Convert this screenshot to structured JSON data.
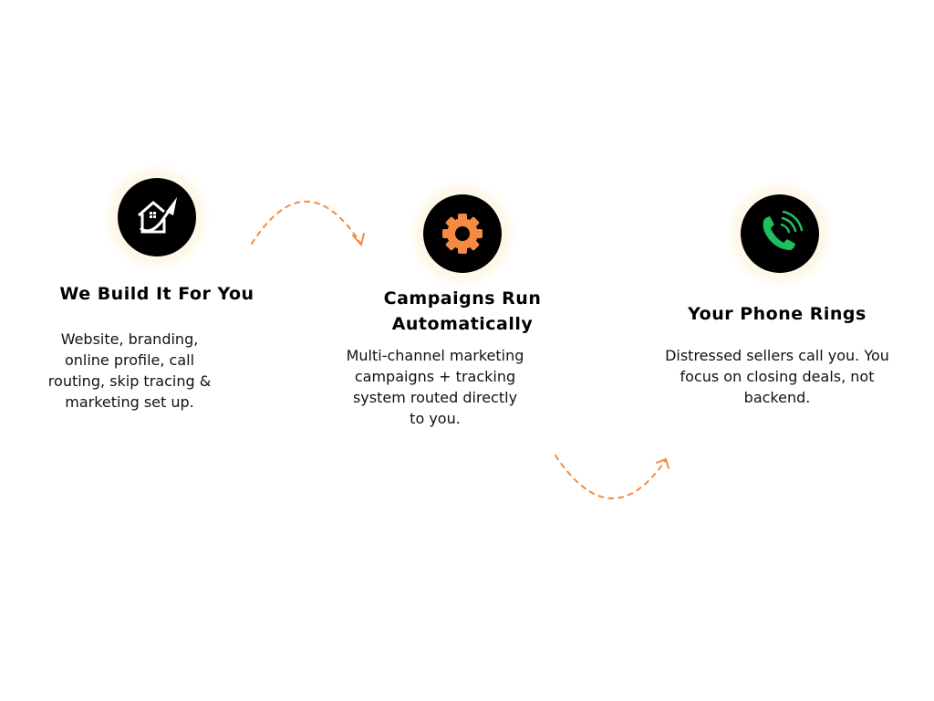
{
  "steps": [
    {
      "title": "We Build It For You",
      "description": "Website, branding, online profile, call routing, skip tracing & marketing set up.",
      "icon": "house-rocket-icon"
    },
    {
      "title": "Campaigns Run Automatically",
      "description": "Multi-channel marketing campaigns + tracking system routed directly to you.",
      "icon": "gear-icon"
    },
    {
      "title": "Your Phone Rings",
      "description": "Distressed sellers call you. You focus on closing deals, not backend.",
      "icon": "phone-ringing-icon"
    }
  ],
  "colors": {
    "accent": "#f58a42",
    "phone": "#1fbf5f",
    "halo": "#fdf8ea"
  }
}
